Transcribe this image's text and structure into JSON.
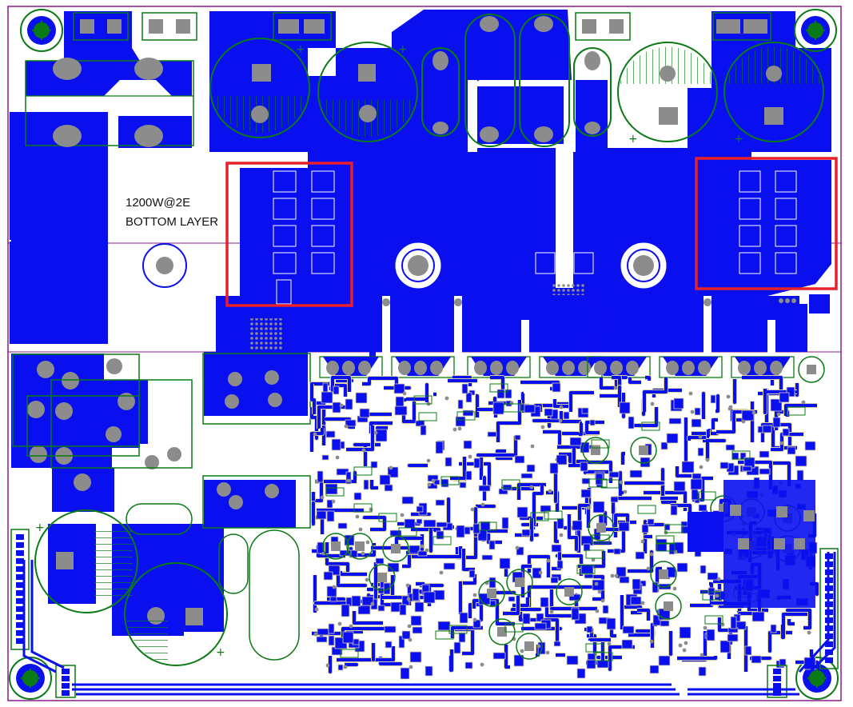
{
  "board_label": {
    "line1": "1200W@2E",
    "line2": "BOTTOM LAYER"
  },
  "colors": {
    "copper": "#0a0ff0",
    "silkscreen": "#0a7a14",
    "outline": "#8a1a8a",
    "highlight": "#e8202a",
    "pad": "#8c8c8c",
    "drill": "#c8c8c8",
    "trace_outline": "#d8d0a0"
  },
  "highlights": [
    "left-output-stage",
    "right-output-stage"
  ]
}
